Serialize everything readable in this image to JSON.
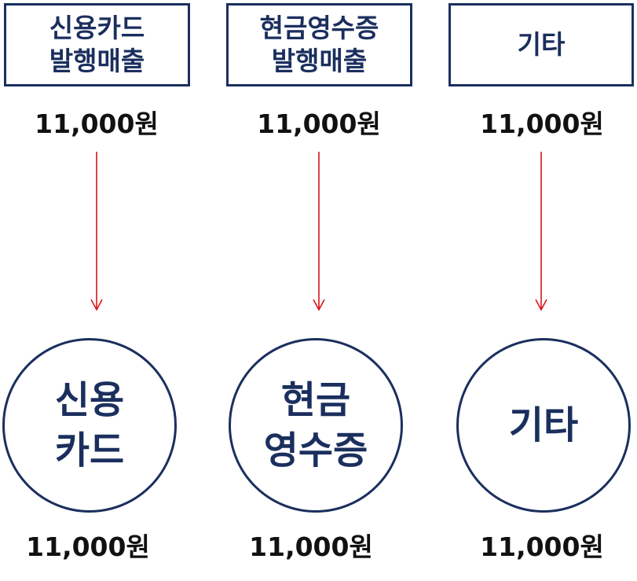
{
  "columns": [
    {
      "box_lines": [
        "신용카드",
        "발행매출"
      ],
      "top_amount": "11,000원",
      "circle_lines": [
        "신용",
        "카드"
      ],
      "bottom_amount": "11,000원"
    },
    {
      "box_lines": [
        "현금영수증",
        "발행매출"
      ],
      "top_amount": "11,000원",
      "circle_lines": [
        "현금",
        "영수증"
      ],
      "bottom_amount": "11,000원"
    },
    {
      "box_lines": [
        "기타"
      ],
      "top_amount": "11,000원",
      "circle_lines": [
        "기타"
      ],
      "bottom_amount": "11,000원"
    }
  ],
  "colors": {
    "box_border": "#1b2f5e",
    "label_text": "#1b2f5e",
    "arrow": "#d9141b",
    "amount_text": "#111111"
  }
}
